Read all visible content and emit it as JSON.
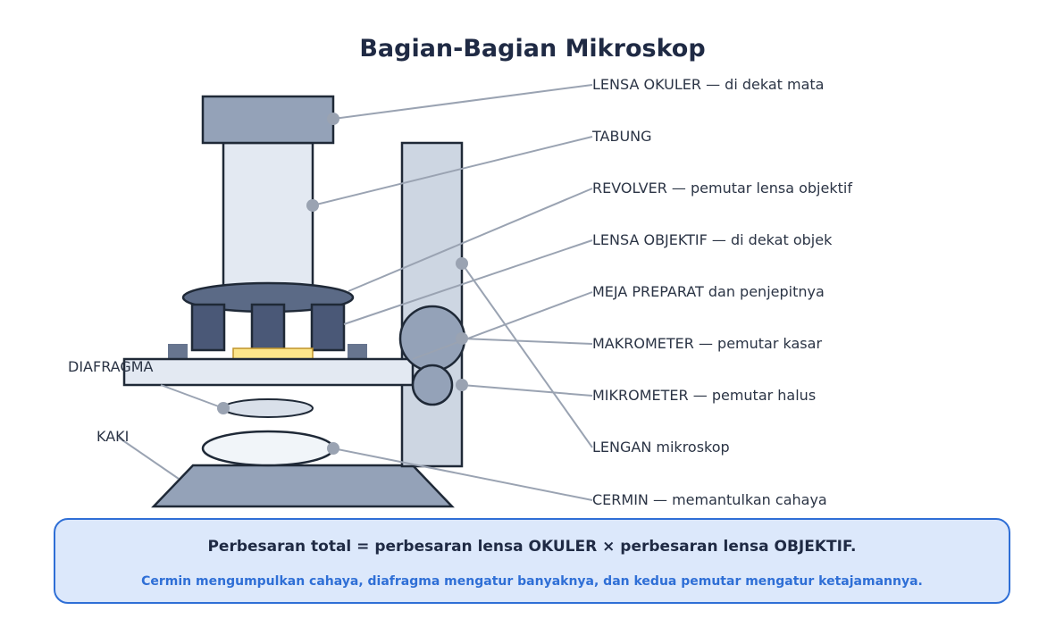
{
  "title": "Bagian-Bagian Mikroskop",
  "colors": {
    "accent": "#2f6fd6",
    "box_fill": "#dce8fb",
    "part_dark": "#4a5877",
    "part_mid": "#94a2b8",
    "part_light": "#e3e9f2",
    "arm": "#cdd6e2",
    "slide": "#fde68a",
    "leader": "#9aa3b2"
  },
  "labels_right": [
    {
      "id": "okuler",
      "text": "LENSA OKULER — di dekat mata"
    },
    {
      "id": "tabung",
      "text": "TABUNG"
    },
    {
      "id": "revolver",
      "text": "REVOLVER — pemutar lensa objektif"
    },
    {
      "id": "objektif",
      "text": "LENSA OBJEKTIF — di dekat objek"
    },
    {
      "id": "meja",
      "text": "MEJA PREPARAT dan penjepitnya"
    },
    {
      "id": "makrometer",
      "text": "MAKROMETER — pemutar kasar"
    },
    {
      "id": "mikrometer",
      "text": "MIKROMETER — pemutar halus"
    },
    {
      "id": "lengan",
      "text": "LENGAN mikroskop"
    },
    {
      "id": "cermin",
      "text": "CERMIN — memantulkan cahaya"
    }
  ],
  "labels_left": [
    {
      "id": "diafragma",
      "text": "DIAFRAGMA"
    },
    {
      "id": "kaki",
      "text": "KAKI"
    }
  ],
  "info": {
    "main": "Perbesaran total = perbesaran lensa OKULER × perbesaran lensa OBJEKTIF.",
    "sub": "Cermin mengumpulkan cahaya, diafragma mengatur banyaknya, dan kedua pemutar mengatur ketajamannya."
  }
}
